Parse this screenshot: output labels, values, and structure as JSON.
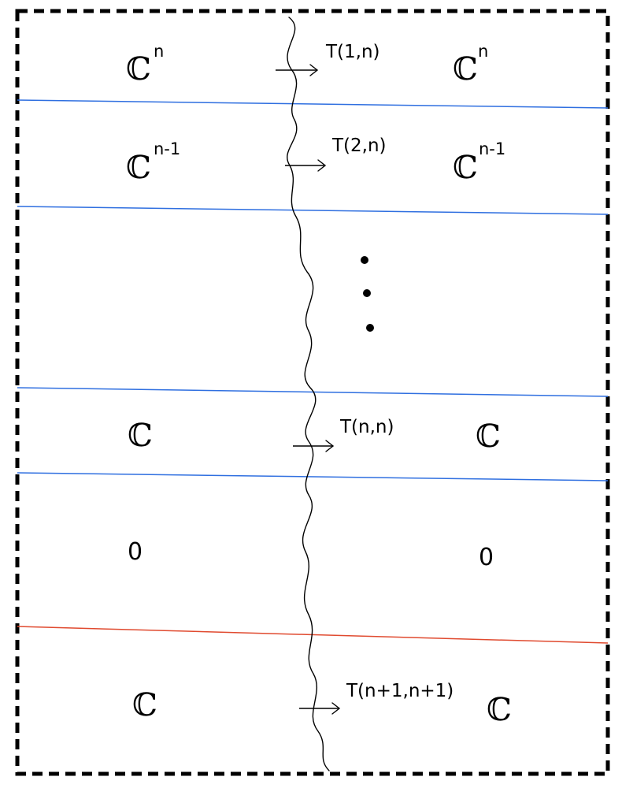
{
  "colors": {
    "frame": "#000000",
    "divider_blue": "#2f6fe0",
    "divider_red": "#e04a2f",
    "ink": "#000000"
  },
  "rows": [
    {
      "left": {
        "base": "ℂ",
        "exp": "n"
      },
      "map": "T(1,n)",
      "right": {
        "base": "ℂ",
        "exp": "n"
      }
    },
    {
      "left": {
        "base": "ℂ",
        "exp": "n-1"
      },
      "map": "T(2,n)",
      "right": {
        "base": "ℂ",
        "exp": "n-1"
      }
    },
    {
      "ellipsis": true
    },
    {
      "left": {
        "base": "ℂ",
        "exp": ""
      },
      "map": "T(n,n)",
      "right": {
        "base": "ℂ",
        "exp": ""
      }
    },
    {
      "left": {
        "base": "0",
        "exp": ""
      },
      "map": "",
      "right": {
        "base": "0",
        "exp": ""
      }
    },
    {
      "left": {
        "base": "ℂ",
        "exp": ""
      },
      "map": "T(n+1,n+1)",
      "right": {
        "base": "ℂ",
        "exp": ""
      }
    }
  ],
  "dividers": [
    {
      "color": "blue"
    },
    {
      "color": "blue"
    },
    {
      "color": "blue"
    },
    {
      "color": "blue"
    },
    {
      "color": "red"
    }
  ]
}
